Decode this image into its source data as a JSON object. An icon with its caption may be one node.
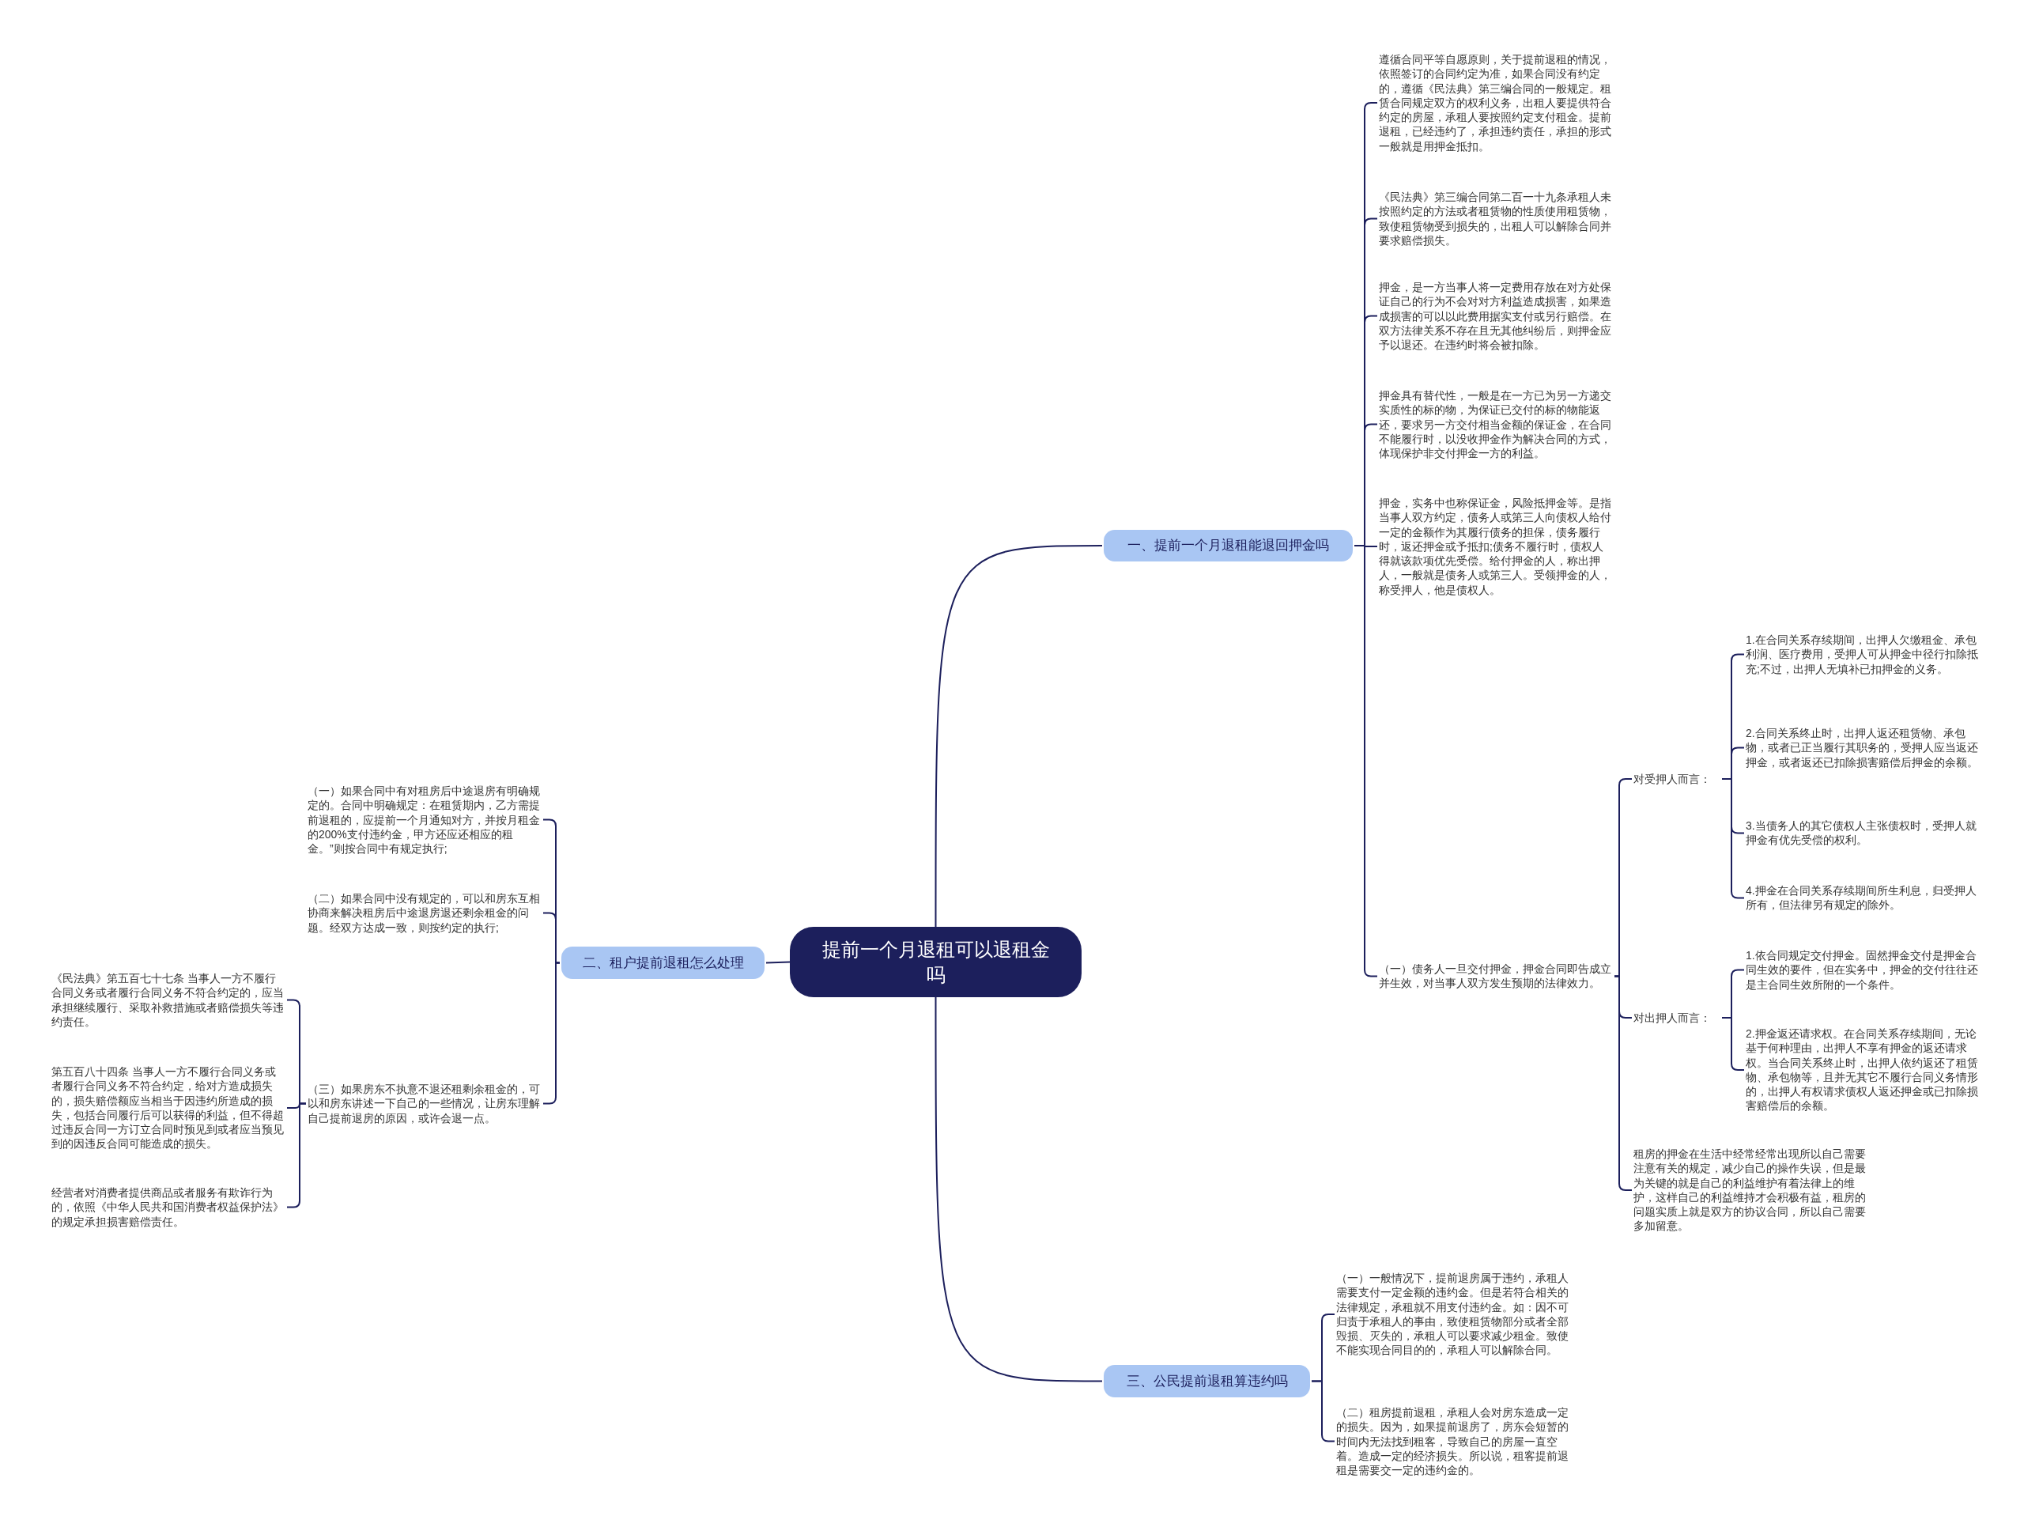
{
  "diagram": {
    "nodes": [
      {
        "text": [
          "提前一个月退租可以退租金吗"
        ]
      },
      {
        "text": [
          "一、提前一个月退租能退回押金吗"
        ]
      },
      {
        "text": [
          "遵循合同平等自愿原则，关于提前退租的情况，依照签订的合同约定为准，如果合同没有约定的，遵循《民法典》第三编合同的一般规定。租赁合同规定双方的权利义务，出租人要提供符合约定的房屋，承租人要按照约定支付租金。提前退租，已经违约了，承担违约责任，承担的形式一般就是用押金抵扣。"
        ]
      },
      {
        "text": [
          "《民法典》第三编合同第二百一十九条承租人未按照约定的方法或者租赁物的性质使用租赁物，致使租赁物受到损失的，出租人可以解除合同并要求赔偿损失。"
        ]
      },
      {
        "text": [
          "押金，是一方当事人将一定费用存放在对方处保证自己的行为不会对对方利益造成损害，如果造成损害的可以以此费用据实支付或另行赔偿。在双方法律关系不存在且无其他纠纷后，则押金应予以退还。在违约时将会被扣除。"
        ]
      },
      {
        "text": [
          "押金具有替代性，一般是在一方已为另一方递交实质性的标的物，为保证已交付的标的物能返还，要求另一方交付相当金额的保证金，在合同不能履行时，以没收押金作为解决合同的方式，体现保护非交付押金一方的利益。"
        ]
      },
      {
        "text": [
          "押金，实务中也称保证金，风险抵押金等。是指当事人双方约定，债务人或第三人向债权人给付一定的金额作为其履行债务的担保，债务履行时，返还押金或予抵扣;债务不履行时，债权人得就该款项优先受偿。给付押金的人，称出押人，一般就是债务人或第三人。受领押金的人，称受押人，他是债权人。"
        ]
      },
      {
        "text": [
          "（一）债务人一旦交付押金，押金合同即告成立并生效，对当事人双方发生预期的法律效力。"
        ]
      },
      {
        "text": [
          "对受押人而言："
        ]
      },
      {
        "text": [
          "1.在合同关系存续期间，出押人欠缴租金、承包利润、医疗费用，受押人可从押金中径行扣除抵充;不过，出押人无填补已扣押金的义务。"
        ]
      },
      {
        "text": [
          "2.合同关系终止时，出押人返还租赁物、承包物，或者已正当履行其职务的，受押人应当返还押金，或者返还已扣除损害赔偿后押金的余额。"
        ]
      },
      {
        "text": [
          "3.当债务人的其它债权人主张债权时，受押人就押金有优先受偿的权利。"
        ]
      },
      {
        "text": [
          "4.押金在合同关系存续期间所生利息，归受押人所有，但法律另有规定的除外。"
        ]
      },
      {
        "text": [
          "对出押人而言："
        ]
      },
      {
        "text": [
          "1.依合同规定交付押金。固然押金交付是押金合同生效的要件，但在实务中，押金的交付往往还是主合同生效所附的一个条件。"
        ]
      },
      {
        "text": [
          "2.押金返还请求权。在合同关系存续期间，无论基于何种理由，出押人不享有押金的返还请求权。当合同关系终止时，出押人依约返还了租赁物、承包物等，且并无其它不履行合同义务情形的，出押人有权请求债权人返还押金或已扣除损害赔偿后的余额。"
        ]
      },
      {
        "text": [
          "租房的押金在生活中经常经常出现所以自己需要注意有关的规定，减少自己的操作失误，但是最为关键的就是自己的利益维护有着法律上的维护，这样自己的利益维持才会积极有益，租房的问题实质上就是双方的协议合同，所以自己需要多加留意。"
        ]
      },
      {
        "text": [
          "二、租户提前退租怎么处理"
        ]
      },
      {
        "text": [
          "（一）如果合同中有对租房后中途退房有明确规定的。合同中明确规定：在租赁期内，乙方需提前退租的，应提前一个月通知对方，并按月租金的200%支付违约金，甲方还应还相应的租金。”则按合同中有规定执行;"
        ]
      },
      {
        "text": [
          "（二）如果合同中没有规定的，可以和房东互相协商来解决租房后中途退房退还剩余租金的问题。经双方达成一致，则按约定的执行;"
        ]
      },
      {
        "text": [
          "（三）如果房东不执意不退还租剩余租金的，可以和房东讲述一下自己的一些情况，让房东理解自己提前退房的原因，或许会退一点。"
        ]
      },
      {
        "text": [
          "《民法典》第五百七十七条 当事人一方不履行合同义务或者履行合同义务不符合约定的，应当承担继续履行、采取补救措施或者赔偿损失等违约责任。"
        ]
      },
      {
        "text": [
          "第五百八十四条 当事人一方不履行合同义务或者履行合同义务不符合约定，给对方造成损失的，损失赔偿额应当相当于因违约所造成的损失，包括合同履行后可以获得的利益，但不得超过违反合同一方订立合同时预见到或者应当预见到的因违反合同可能造成的损失。"
        ]
      },
      {
        "text": [
          "经营者对消费者提供商品或者服务有欺诈行为的，依照《中华人民共和国消费者权益保护法》的规定承担损害赔偿责任。"
        ]
      },
      {
        "text": [
          "三、公民提前退租算违约吗"
        ]
      },
      {
        "text": [
          "（一）一般情况下，提前退房属于违约，承租人需要支付一定金额的违约金。但是若符合相关的法律规定，承租就不用支付违约金。如：因不可归责于承租人的事由，致使租赁物部分或者全部毁损、灭失的，承租人可以要求减少租金。致使不能实现合同目的的，承租人可以解除合同。"
        ]
      },
      {
        "text": [
          "（二）租房提前退租，承租人会对房东造成一定的损失。因为，如果提前退房了，房东会短暂的时间内无法找到租客，导致自己的房屋一直空着。造成一定的经济损失。所以说，租客提前退租是需要交一定的违约金的。"
        ]
      }
    ],
    "edges": [
      {
        "from": 0,
        "to": 1,
        "arrow": "none"
      },
      {
        "from": 0,
        "to": 17,
        "arrow": "none"
      },
      {
        "from": 0,
        "to": 24,
        "arrow": "none"
      },
      {
        "from": 1,
        "to": 2,
        "arrow": "none"
      },
      {
        "from": 1,
        "to": 3,
        "arrow": "none"
      },
      {
        "from": 1,
        "to": 4,
        "arrow": "none"
      },
      {
        "from": 1,
        "to": 5,
        "arrow": "none"
      },
      {
        "from": 1,
        "to": 6,
        "arrow": "none"
      },
      {
        "from": 1,
        "to": 7,
        "arrow": "none"
      },
      {
        "from": 7,
        "to": 8,
        "arrow": "none"
      },
      {
        "from": 7,
        "to": 13,
        "arrow": "none"
      },
      {
        "from": 7,
        "to": 16,
        "arrow": "none"
      },
      {
        "from": 8,
        "to": 9,
        "arrow": "none"
      },
      {
        "from": 8,
        "to": 10,
        "arrow": "none"
      },
      {
        "from": 8,
        "to": 11,
        "arrow": "none"
      },
      {
        "from": 8,
        "to": 12,
        "arrow": "none"
      },
      {
        "from": 13,
        "to": 14,
        "arrow": "none"
      },
      {
        "from": 13,
        "to": 15,
        "arrow": "none"
      },
      {
        "from": 17,
        "to": 18,
        "arrow": "none"
      },
      {
        "from": 17,
        "to": 19,
        "arrow": "none"
      },
      {
        "from": 17,
        "to": 20,
        "arrow": "none"
      },
      {
        "from": 20,
        "to": 21,
        "arrow": "none"
      },
      {
        "from": 20,
        "to": 22,
        "arrow": "none"
      },
      {
        "from": 20,
        "to": 23,
        "arrow": "none"
      },
      {
        "from": 24,
        "to": 25,
        "arrow": "none"
      },
      {
        "from": 24,
        "to": 26,
        "arrow": "none"
      }
    ]
  }
}
